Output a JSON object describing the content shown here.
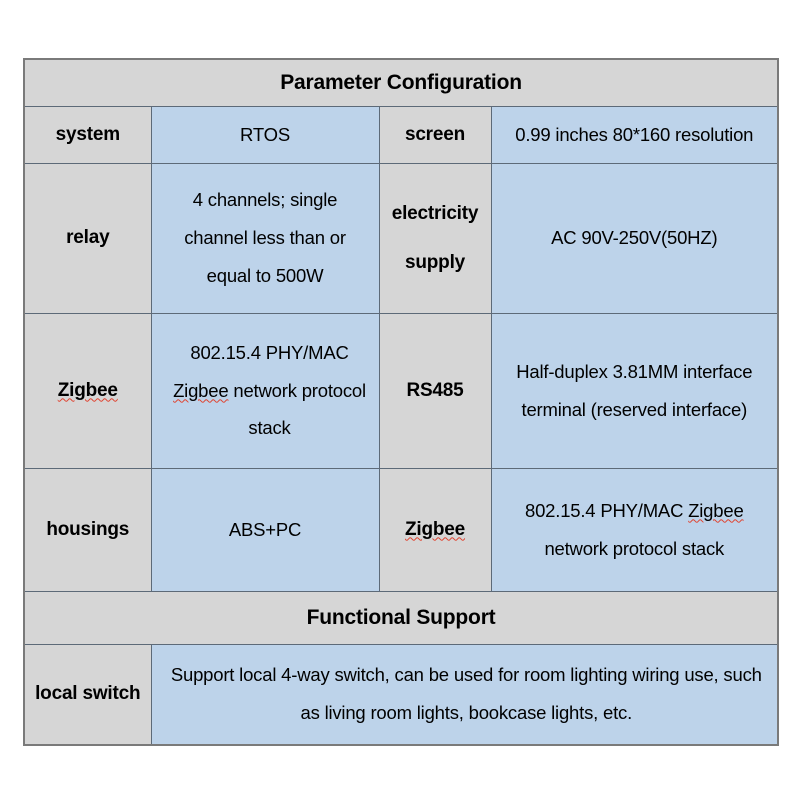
{
  "document": {
    "type": "specification-table",
    "background_color": "#ffffff",
    "colors": {
      "label_cell": "#d6d6d6",
      "value_cell": "#bdd3ea",
      "border": "#5d6a78",
      "outer_border": "#7a7a7a",
      "text": "#000000",
      "spellcheck_underline": "#e0422f"
    }
  },
  "sections": {
    "parameter_configuration": {
      "title": "Parameter Configuration",
      "rows": [
        {
          "label_left": "system",
          "value_left": "RTOS",
          "label_right": "screen",
          "value_right": "0.99 inches 80*160 resolution"
        },
        {
          "label_left": "relay",
          "value_left_lines": [
            "4 channels; single",
            "channel less than or",
            "equal to 500W"
          ],
          "label_right_lines": [
            "electricity",
            "supply"
          ],
          "value_right": "AC 90V-250V(50HZ)"
        },
        {
          "label_left": "Zigbee",
          "value_left_lines": [
            "802.15.4 PHY/MAC",
            "Zigbee network protocol",
            "stack"
          ],
          "label_right": "RS485",
          "value_right_lines": [
            "Half-duplex 3.81MM interface",
            "terminal (reserved interface)"
          ]
        },
        {
          "label_left": "housings",
          "value_left": "ABS+PC",
          "label_right": "Zigbee",
          "value_right_lines": [
            "802.15.4 PHY/MAC Zigbee",
            "network protocol stack"
          ]
        }
      ]
    },
    "functional_support": {
      "title": "Functional Support",
      "rows": [
        {
          "label": "local switch",
          "value_lines": [
            "Support local 4-way switch, can be used for room lighting wiring use, such",
            "as living room lights, bookcase lights, etc."
          ]
        }
      ]
    }
  },
  "spellcheck_flagged_words": [
    "Zigbee"
  ]
}
